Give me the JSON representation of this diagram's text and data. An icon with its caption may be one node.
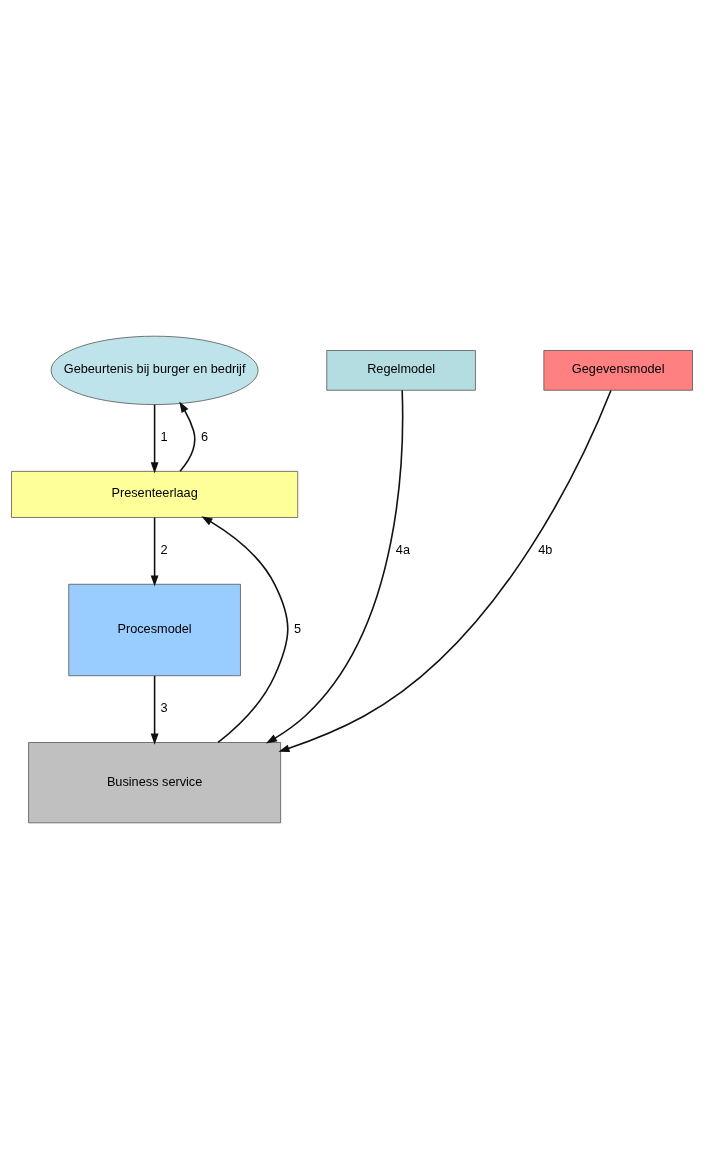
{
  "diagram": {
    "nodes": [
      {
        "text": [
          "Gebeurtenis bij burger en bedrijf"
        ]
      },
      {
        "text": [
          "Presenteerlaag"
        ]
      },
      {
        "text": [
          "Procesmodel"
        ]
      },
      {
        "text": [
          "Business service"
        ]
      },
      {
        "text": [
          "Regelmodel"
        ]
      },
      {
        "text": [
          "Gegevensmodel"
        ]
      }
    ],
    "edges": [
      {
        "from": 0,
        "to": 1,
        "arrow": "to",
        "label": "1"
      },
      {
        "from": 1,
        "to": 2,
        "arrow": "to",
        "label": "2"
      },
      {
        "from": 2,
        "to": 3,
        "arrow": "to",
        "label": "3"
      },
      {
        "from": 4,
        "to": 3,
        "arrow": "to",
        "label": "4a"
      },
      {
        "from": 5,
        "to": 3,
        "arrow": "to",
        "label": "4b"
      },
      {
        "from": 3,
        "to": 1,
        "arrow": "to",
        "label": "5"
      },
      {
        "from": 1,
        "to": 0,
        "arrow": "to",
        "label": "6"
      }
    ]
  }
}
